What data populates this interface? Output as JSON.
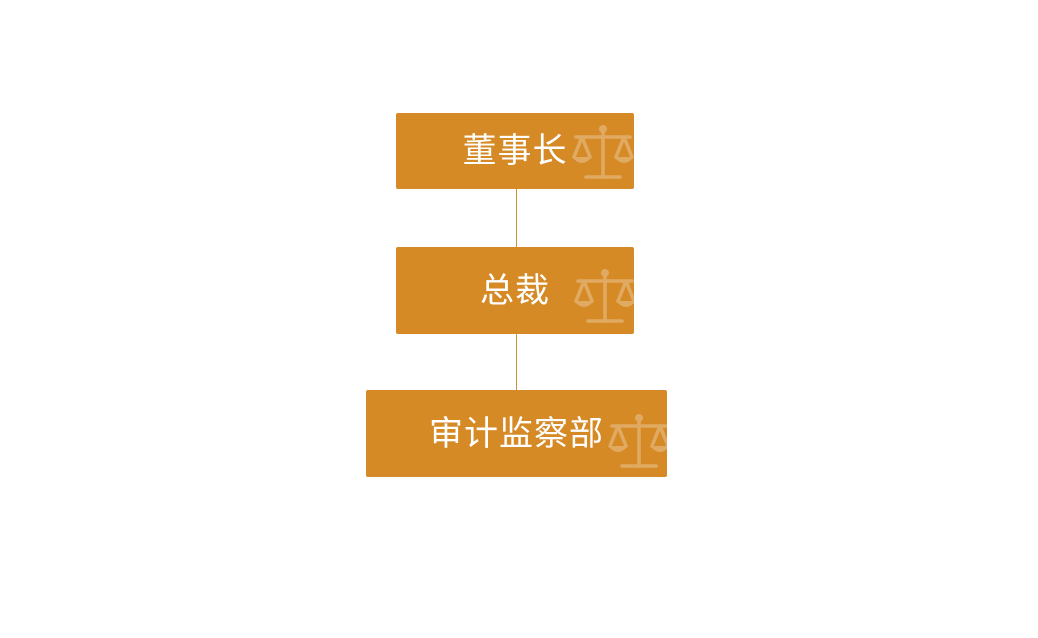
{
  "colors": {
    "node_fill": "#d58a26",
    "connector": "#c9913a",
    "label": "#ffffff",
    "background": "#ffffff"
  },
  "org_chart": {
    "nodes": [
      {
        "label": "董事长",
        "icon": "scale-of-justice-icon"
      },
      {
        "label": "总裁",
        "icon": "scale-of-justice-icon"
      },
      {
        "label": "审计监察部",
        "icon": "scale-of-justice-icon"
      }
    ]
  }
}
